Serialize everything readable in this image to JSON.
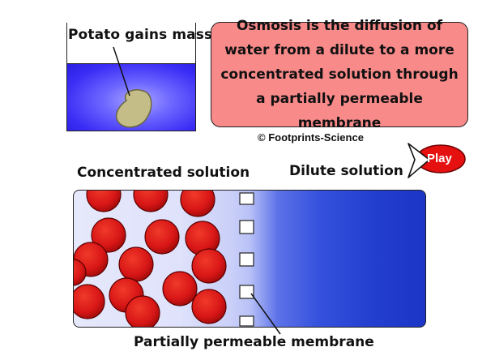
{
  "potato_panel": {
    "title": "Potato gains mass"
  },
  "definition": {
    "text": "Osmosis is the diffusion of water from a dilute to a more concentrated solution through a partially permeable membrane"
  },
  "copyright": "© Footprints-Science",
  "labels": {
    "concentrated": "Concentrated solution",
    "dilute": "Dilute solution",
    "membrane": "Partially permeable membrane"
  },
  "play_button": {
    "label": "Play",
    "icon": "play-triangle-icon"
  },
  "colors": {
    "definition_bg": "#f98a8a",
    "solute_particle": "#d91a1a",
    "dilute_water": "#1b36c6",
    "play_button_bg": "#e51010"
  }
}
